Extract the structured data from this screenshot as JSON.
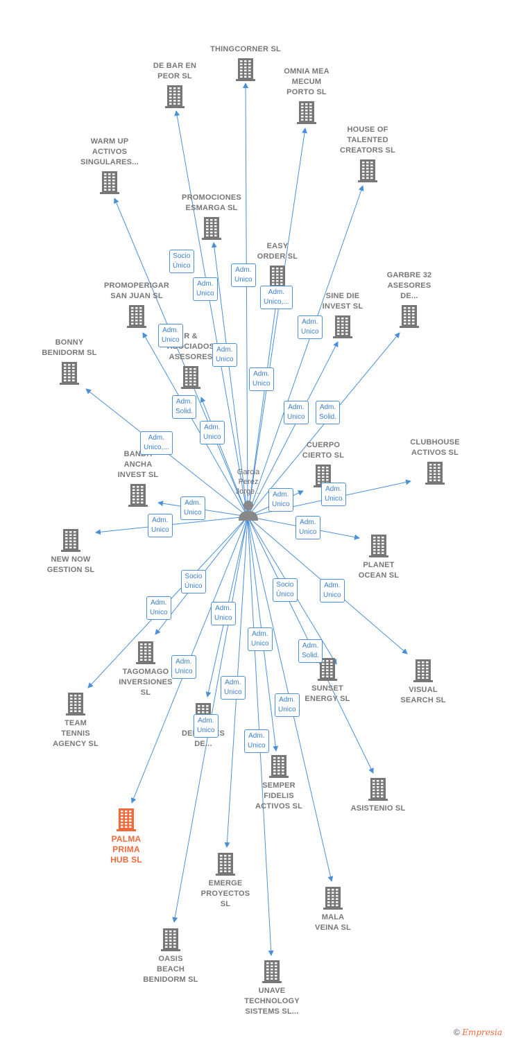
{
  "colors": {
    "accent": "#f26a3c",
    "edge": "#4a90d9",
    "building": "#777777",
    "person": "#888888"
  },
  "center": {
    "name": "Garcia\nPerez\nJorge..."
  },
  "companies": [
    {
      "id": "thingcorner",
      "label": "THINGCORNER SL",
      "icon": "building-icon"
    },
    {
      "id": "de-bar",
      "label": "DE BAR EN\nPEOR  SL",
      "icon": "building-icon"
    },
    {
      "id": "omnia",
      "label": "OMNIA MEA\nMECUM\nPORTO SL",
      "icon": "building-icon"
    },
    {
      "id": "house-of-talented",
      "label": "HOUSE OF\nTALENTED\nCREATORS  SL",
      "icon": "building-icon"
    },
    {
      "id": "warm-up",
      "label": "WARM UP\nACTIVOS\nSINGULARES...",
      "icon": "building-icon"
    },
    {
      "id": "promociones-esmarga",
      "label": "PROMOCIONES\nESMARGA  SL",
      "icon": "building-icon"
    },
    {
      "id": "easy-order",
      "label": "EASY\nORDER SL",
      "icon": "building-icon"
    },
    {
      "id": "garbre",
      "label": "GARBRE 32\nASESORES\nDE...",
      "icon": "building-icon"
    },
    {
      "id": "promoperigar",
      "label": "PROMOPERIGAR\nSAN JUAN SL",
      "icon": "building-icon"
    },
    {
      "id": "sine-die",
      "label": "SINE DIE\nINVEST SL",
      "icon": "building-icon"
    },
    {
      "id": "bonny",
      "label": "BONNY\nBENIDORM  SL",
      "icon": "building-icon"
    },
    {
      "id": "asociados",
      "label": "R &\nASOCIADOS\nASESORES",
      "icon": "building-icon"
    },
    {
      "id": "cuerpo-cierto",
      "label": "CUERPO\nCIERTO SL",
      "icon": "building-icon"
    },
    {
      "id": "clubhouse",
      "label": "CLUBHOUSE\nACTIVOS  SL",
      "icon": "building-icon"
    },
    {
      "id": "banda-ancha",
      "label": "BANDA\nANCHA\nINVEST SL",
      "icon": "building-icon"
    },
    {
      "id": "new-now",
      "label": "NEW NOW\nGESTION  SL",
      "icon": "building-icon"
    },
    {
      "id": "planet-ocean",
      "label": "PLANET\nOCEAN SL",
      "icon": "building-icon"
    },
    {
      "id": "tagomago",
      "label": "TAGOMAGO\nINVERSIONES\nSL",
      "icon": "building-icon"
    },
    {
      "id": "visual-search",
      "label": "VISUAL\nSEARCH  SL",
      "icon": "building-icon"
    },
    {
      "id": "sunset-energy",
      "label": "SUNSET\nENERGY  SL",
      "icon": "building-icon"
    },
    {
      "id": "team-tennis",
      "label": "TEAM\nTENNIS\nAGENCY  SL",
      "icon": "building-icon"
    },
    {
      "id": "deportes",
      "label": "DEPORTES\nDE...",
      "icon": "building-icon"
    },
    {
      "id": "semper-fidelis",
      "label": "SEMPER\nFIDELIS\nACTIVOS  SL",
      "icon": "building-icon"
    },
    {
      "id": "asistenio",
      "label": "ASISTENIO  SL",
      "icon": "building-icon"
    },
    {
      "id": "palma-prima",
      "label": "PALMA\nPRIMA\nHUB  SL",
      "icon": "building-icon",
      "highlight": true
    },
    {
      "id": "emerge",
      "label": "EMERGE\nPROYECTOS\nSL",
      "icon": "building-icon"
    },
    {
      "id": "mala-veina",
      "label": "MALA\nVEINA  SL",
      "icon": "building-icon"
    },
    {
      "id": "oasis-beach",
      "label": "OASIS\nBEACH\nBENIDORM  SL",
      "icon": "building-icon"
    },
    {
      "id": "unave",
      "label": "UNAVE\nTECHNOLOGY\nSISTEMS SL...",
      "icon": "building-icon"
    }
  ],
  "roles": [
    "Socio\nÚnico",
    "Adm.\nUnico",
    "Adm.\nUnico",
    "Adm.\nUnico,...",
    "Adm.\nUnico",
    "Adm.\nUnico",
    "Adm.\nUnico",
    "Adm.\nUnico",
    "Adm.\nSolid.",
    "Adm.\nUnico",
    "Adm.\nUnico",
    "Adm.\nSolid.",
    "Adm.\nUnico,...",
    "Adm.\nUnico",
    "Adm.\nUnico",
    "Adm.\nUnico",
    "Adm.\nUnico",
    "Adm.\nUnico",
    "Socio\nÚnico",
    "Adm.\nUnico",
    "Socio\nÚnico",
    "Adm.\nUnico",
    "Adm.\nUnico",
    "Adm.\nUnico",
    "Adm.\nSolid.",
    "Adm.\nUnico",
    "Adm.\nUnico",
    "Adm.\nUnico",
    "Adm.\nUnico",
    "Adm.\nUnico"
  ],
  "footer": {
    "copyright": "©",
    "brand": "Empresia"
  }
}
